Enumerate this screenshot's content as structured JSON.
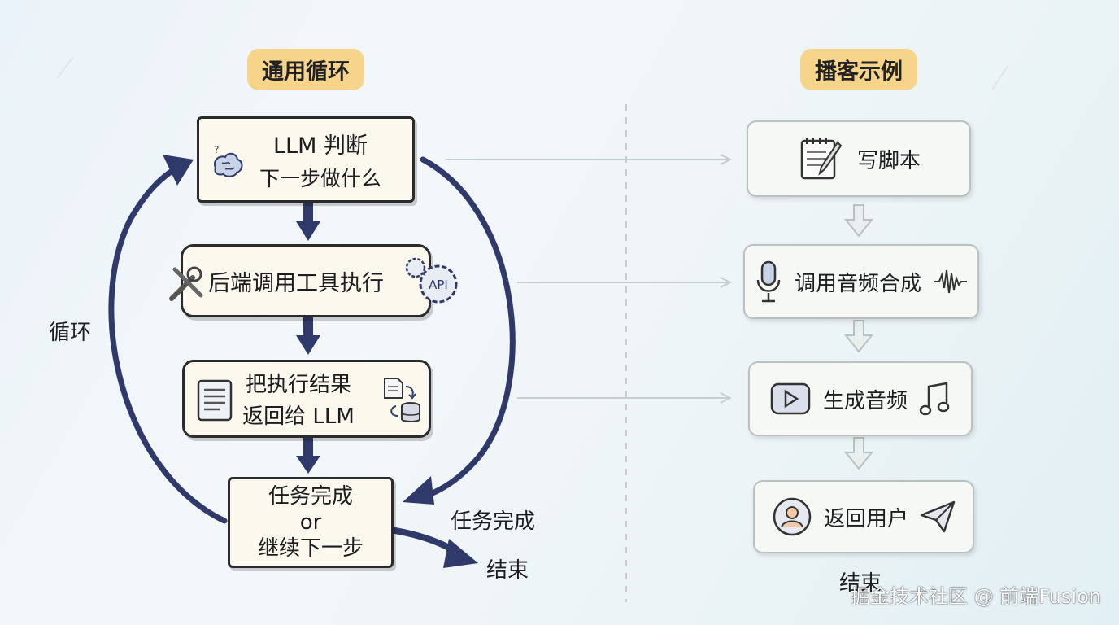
{
  "left": {
    "title": "通用循环",
    "node1": {
      "line1": "LLM 判断",
      "line2": "下一步做什么"
    },
    "node2": {
      "label": "后端调用工具执行",
      "api_text": "API"
    },
    "node3": {
      "line1": "把执行结果",
      "line2": "返回给 LLM"
    },
    "node4": {
      "line1": "任务完成",
      "line2": "or",
      "line3": "继续下一步"
    },
    "loop_label": "循环",
    "done_label": "任务完成",
    "end_label": "结束"
  },
  "right": {
    "title": "播客示例",
    "steps": [
      {
        "label": "写脚本",
        "icon": "notepad-pen-icon"
      },
      {
        "label": "调用音频合成",
        "icon": "microphone-icon"
      },
      {
        "label": "生成音频",
        "icon": "play-button-icon"
      },
      {
        "label": "返回用户",
        "icon": "user-avatar-icon"
      }
    ],
    "end_label": "结束"
  },
  "watermark": "掘金技术社区 @ 前端Fusion",
  "colors": {
    "arrow_navy": "#2f3a6b",
    "tag_yellow": "#f6d58a",
    "connector_gray": "#c4cdd0"
  }
}
